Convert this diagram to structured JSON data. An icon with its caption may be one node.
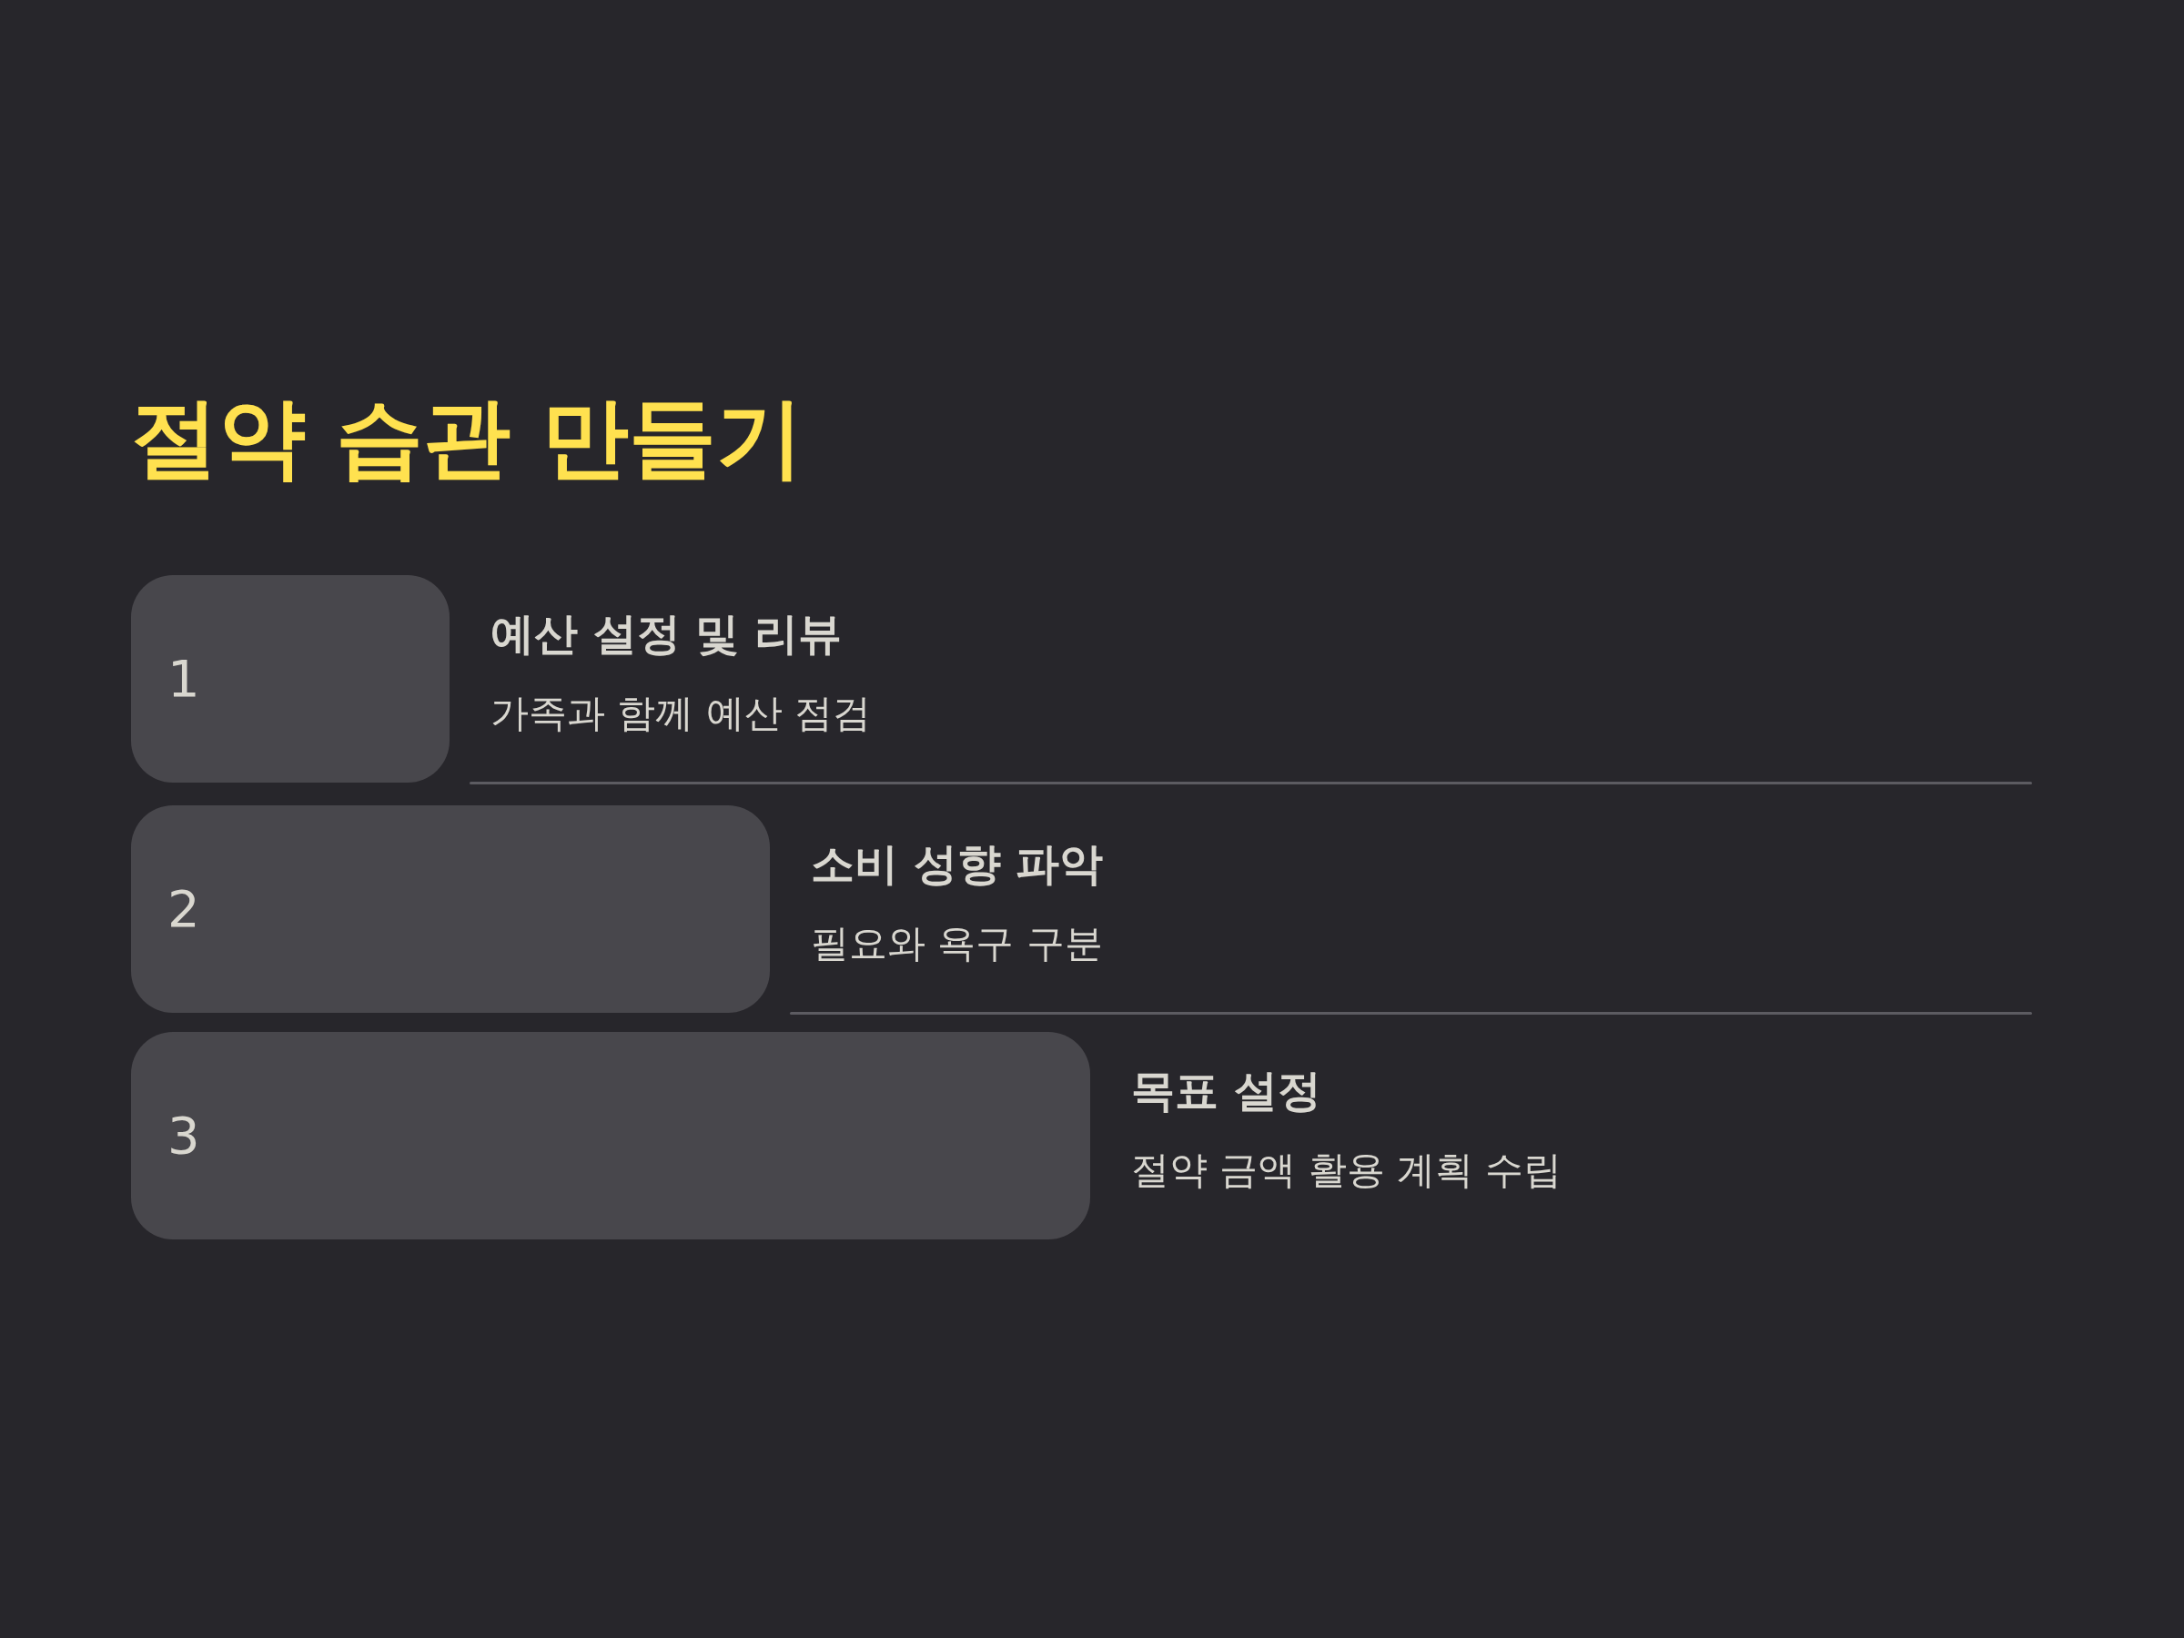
{
  "diagram": {
    "title": "절약 습관 만들기",
    "nodes": [
      {
        "text": [
          "1"
        ],
        "beside": [
          "예산 설정 및 리뷰",
          "가족과 함께 예산 점검"
        ]
      },
      {
        "text": [
          "2"
        ],
        "beside": [
          "소비 성향 파악",
          "필요와 욕구 구분"
        ]
      },
      {
        "text": [
          "3"
        ],
        "beside": [
          "목표 설정",
          "절약 금액 활용 계획 수립"
        ]
      }
    ]
  }
}
